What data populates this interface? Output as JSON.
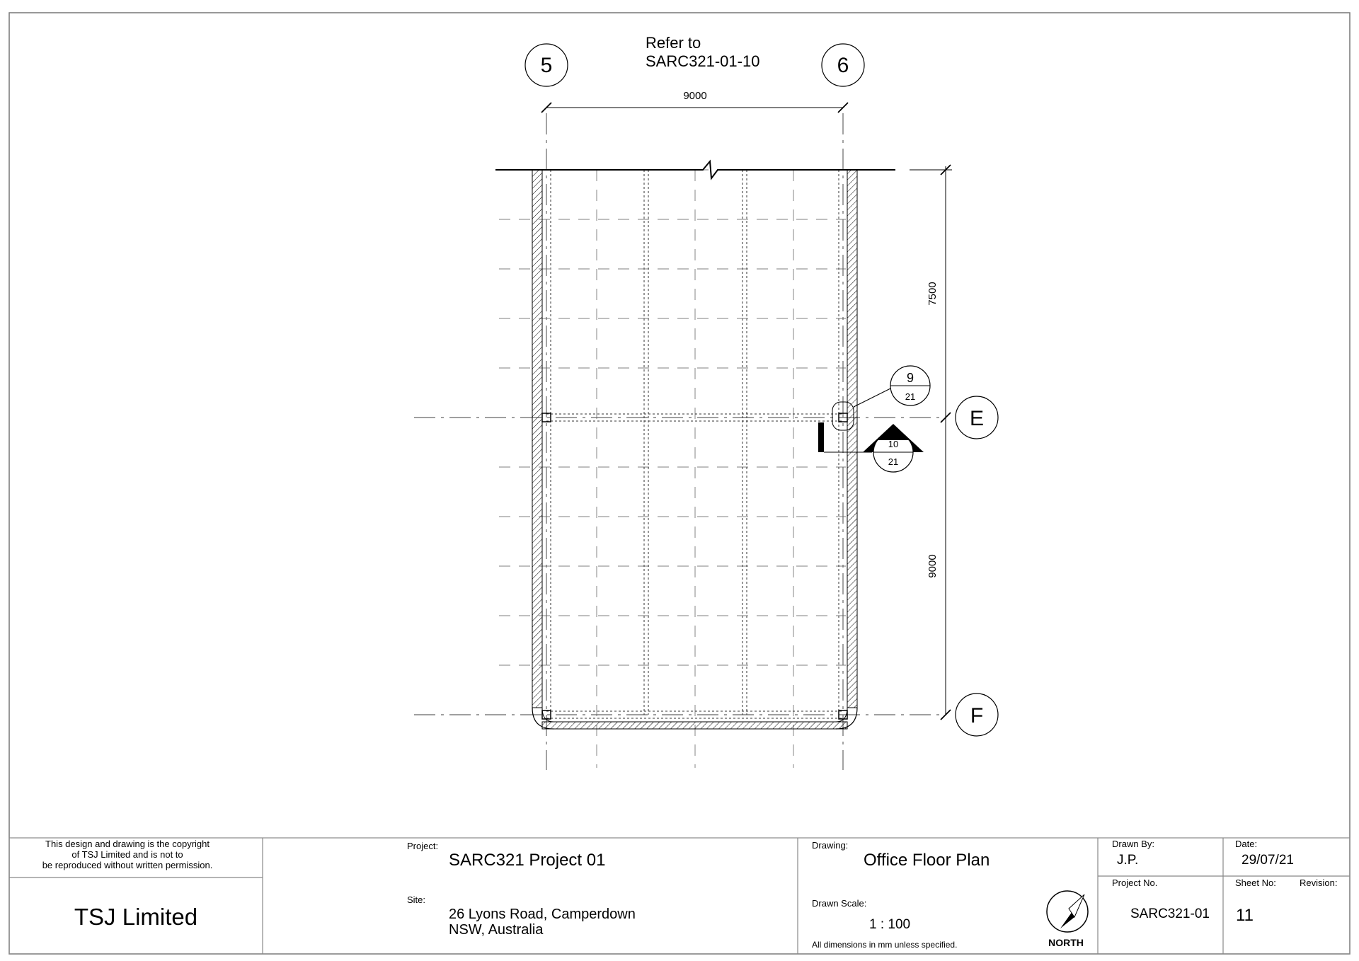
{
  "drawing_sheet": {
    "reference_note": {
      "line1": "Refer to",
      "line2": "SARC321-01-10"
    },
    "grid_lines": {
      "vertical": [
        "5",
        "6"
      ],
      "horizontal": [
        "E",
        "F"
      ]
    },
    "dimensions": {
      "top_span": "9000",
      "upper_span": "7500",
      "lower_span": "9000"
    },
    "detail_callout": {
      "number": "9",
      "sheet": "21"
    },
    "section_callout": {
      "number": "10",
      "sheet": "21"
    }
  },
  "title_block": {
    "copyright": {
      "line1": "This design and drawing is the copyright",
      "line2": "of TSJ Limited and is not to",
      "line3": "be reproduced without written permission."
    },
    "company": "TSJ Limited",
    "project_label": "Project:",
    "project_value": "SARC321 Project 01",
    "site_label": "Site:",
    "site_line1": "26 Lyons Road, Camperdown",
    "site_line2": "NSW, Australia",
    "drawing_label": "Drawing:",
    "drawing_value": "Office Floor Plan",
    "scale_label": "Drawn Scale:",
    "scale_value": "1 : 100",
    "dimensions_note": "All dimensions in mm unless specified.",
    "north_label": "NORTH",
    "drawn_by_label": "Drawn By:",
    "drawn_by_value": "J.P.",
    "date_label": "Date:",
    "date_value": "29/07/21",
    "project_no_label": "Project No.",
    "project_no_value": "SARC321-01",
    "sheet_no_label": "Sheet No:",
    "sheet_no_value": "11",
    "revision_label": "Revision:"
  }
}
